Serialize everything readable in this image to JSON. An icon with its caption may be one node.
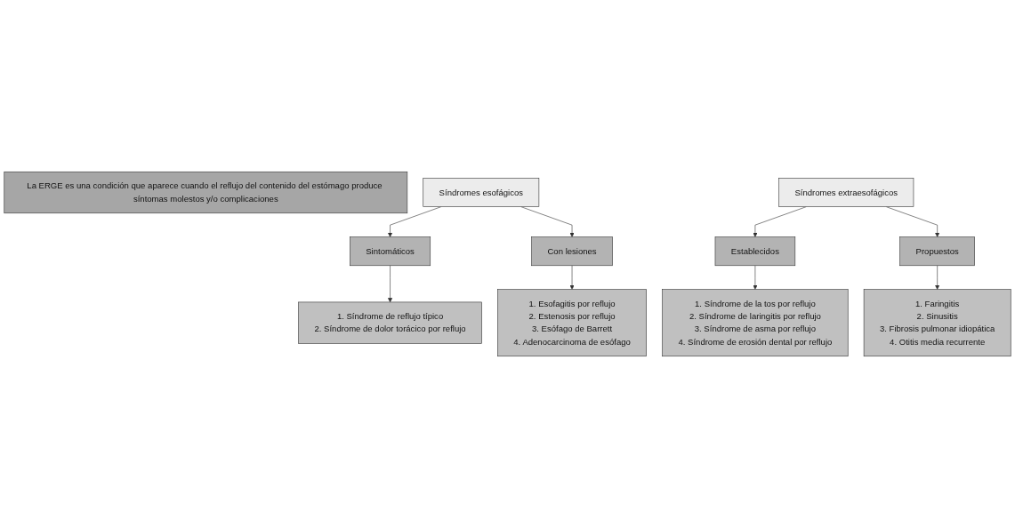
{
  "diagram": {
    "nodes": [
      {
        "text": [
          "La ERGE es una condición que aparece cuando el reflujo del contenido del estómago produce síntomas molestos y/o complicaciones"
        ]
      },
      {
        "text": [
          "Síndromes esofágicos"
        ]
      },
      {
        "text": [
          "Síndromes extraesofágicos"
        ]
      },
      {
        "text": [
          "Sintomáticos"
        ]
      },
      {
        "text": [
          "Con lesiones"
        ]
      },
      {
        "text": [
          "Establecidos"
        ]
      },
      {
        "text": [
          "Propuestos"
        ]
      },
      {
        "text": [
          "1. Síndrome de reflujo típico",
          "2. Síndrome de dolor torácico por reflujo"
        ]
      },
      {
        "text": [
          "1. Esofagitis por reflujo",
          "2. Estenosis por reflujo",
          "3. Esófago de Barrett",
          "4. Adenocarcinoma de esófago"
        ]
      },
      {
        "text": [
          "1. Síndrome de la tos por reflujo",
          "2. Síndrome de laringitis por reflujo",
          "3. Síndrome de asma por reflujo",
          "4. Síndrome de erosión dental por reflujo"
        ]
      },
      {
        "text": [
          "1. Faringitis",
          "2. Sinusitis",
          "3. Fibrosis pulmonar idiopática",
          "4. Otitis media recurrente"
        ]
      }
    ],
    "edges": [
      {
        "from": 1,
        "to": 3,
        "arrow": "to"
      },
      {
        "from": 1,
        "to": 4,
        "arrow": "to"
      },
      {
        "from": 2,
        "to": 5,
        "arrow": "to"
      },
      {
        "from": 2,
        "to": 6,
        "arrow": "to"
      },
      {
        "from": 3,
        "to": 7,
        "arrow": "to"
      },
      {
        "from": 4,
        "to": 8,
        "arrow": "to"
      },
      {
        "from": 5,
        "to": 9,
        "arrow": "to"
      },
      {
        "from": 6,
        "to": 10,
        "arrow": "to"
      }
    ]
  }
}
